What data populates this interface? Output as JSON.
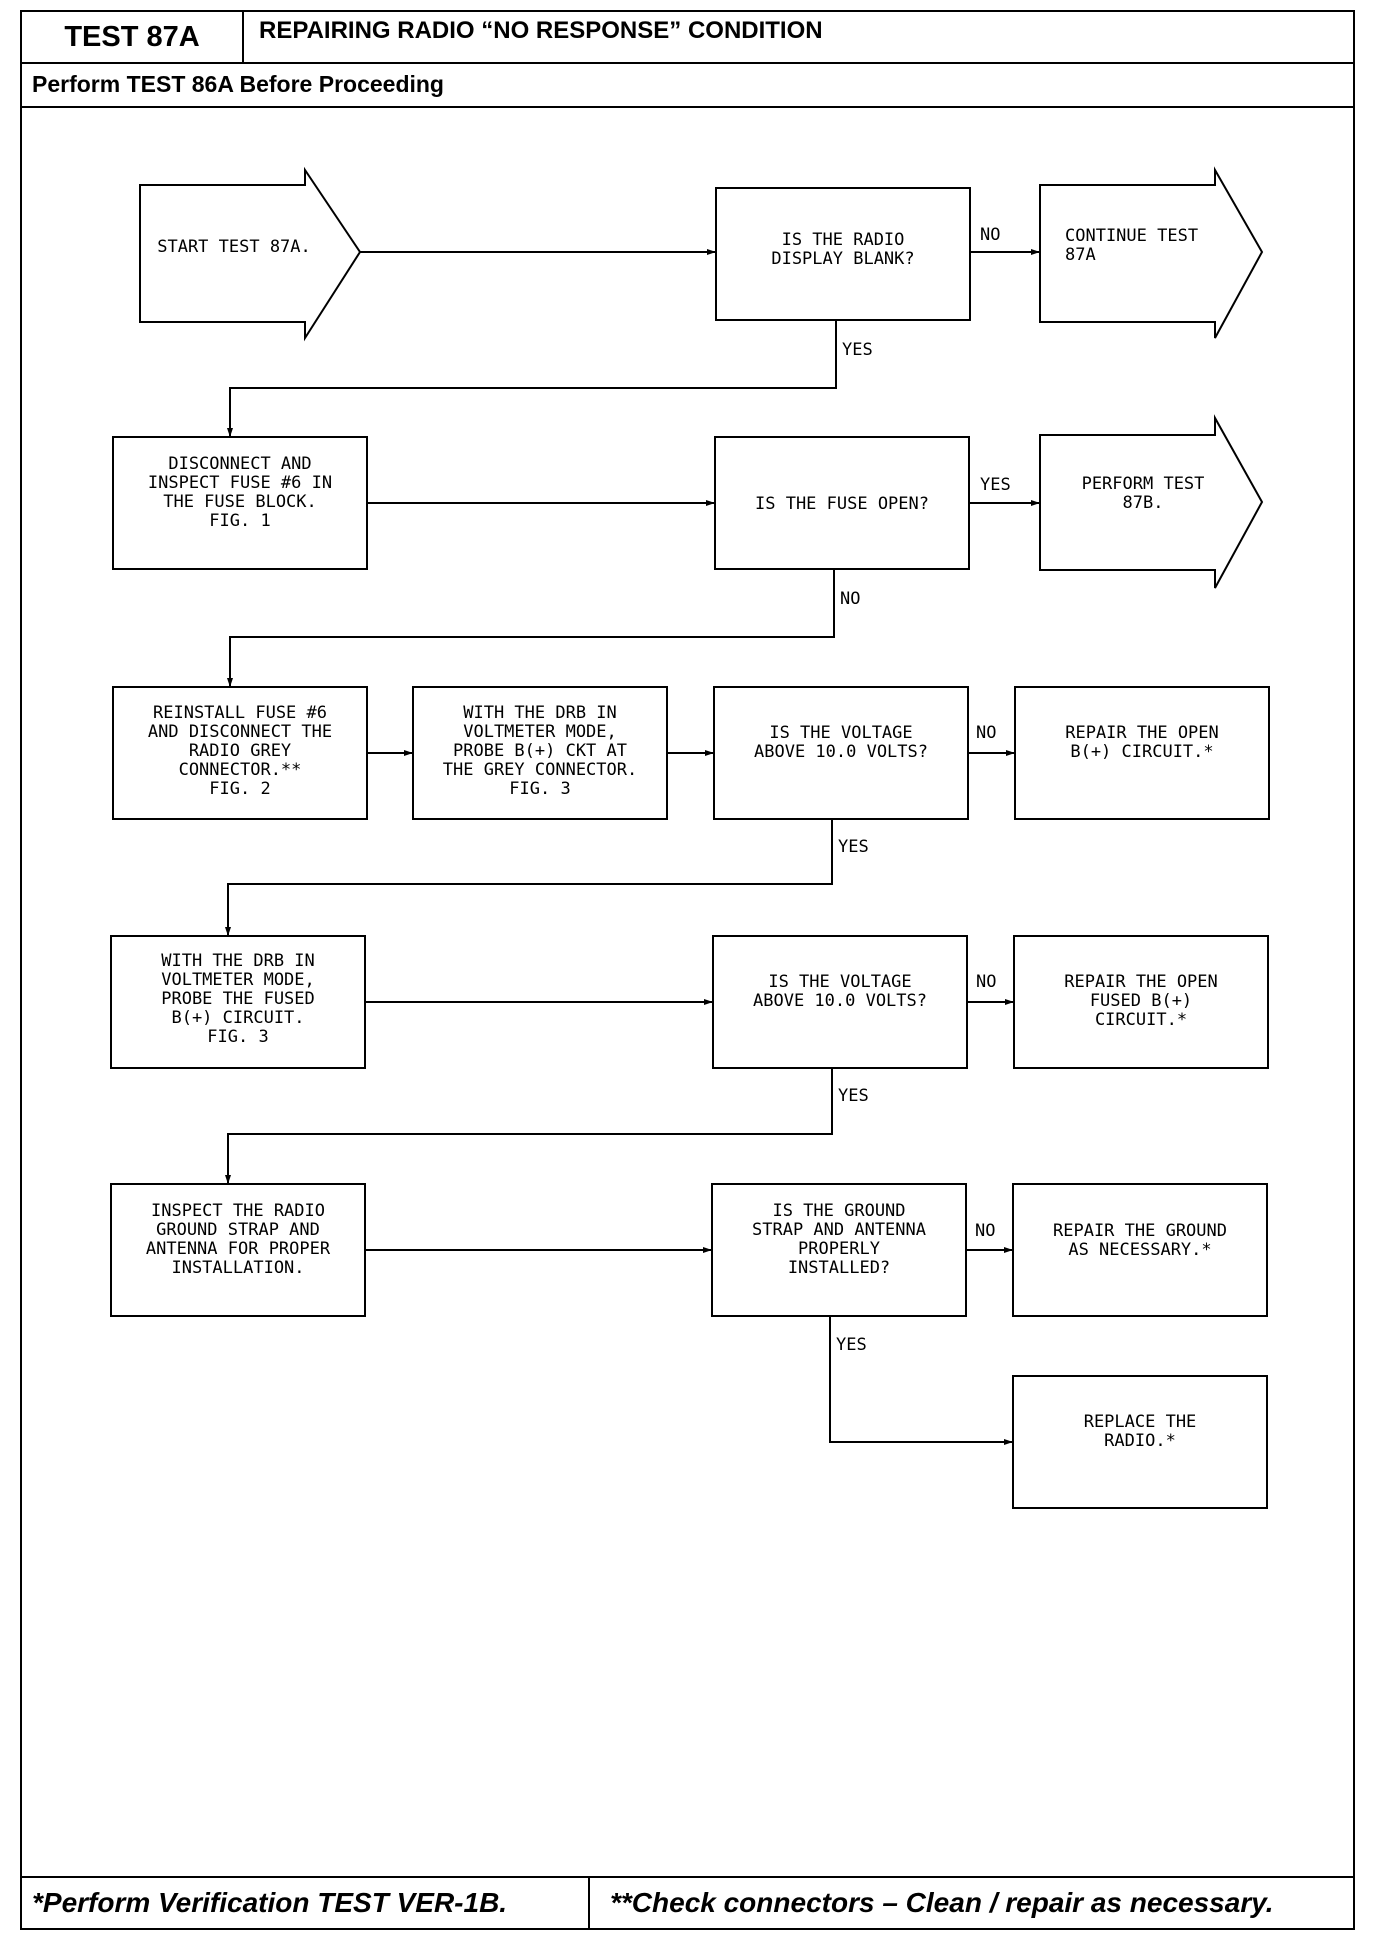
{
  "header": {
    "test_id": "TEST 87A",
    "title": "REPAIRING RADIO “NO RESPONSE” CONDITION",
    "prerequisite": "Perform TEST 86A Before Proceeding"
  },
  "footer": {
    "left_note": "*Perform Verification TEST VER-1B.",
    "right_note": "**Check connectors – Clean / repair as necessary."
  },
  "flowchart": {
    "nodes": {
      "start": [
        "START TEST 87A."
      ],
      "q_display_blank": [
        "IS THE RADIO",
        "DISPLAY BLANK?"
      ],
      "continue_87a": [
        "CONTINUE TEST",
        "87A"
      ],
      "disconnect_fuse": [
        "DISCONNECT AND",
        "INSPECT FUSE #6 IN",
        "THE FUSE BLOCK.",
        "",
        "FIG. 1"
      ],
      "q_fuse_open": [
        "IS THE FUSE OPEN?"
      ],
      "perform_87b": [
        "PERFORM TEST",
        "87B."
      ],
      "reinstall_fuse": [
        "REINSTALL FUSE #6",
        "AND DISCONNECT THE",
        "RADIO GREY",
        "CONNECTOR.**",
        "FIG. 2"
      ],
      "probe_grey": [
        "WITH THE DRB IN",
        "VOLTMETER MODE,",
        "PROBE B(+) CKT AT",
        "THE GREY CONNECTOR.",
        "FIG. 3"
      ],
      "q_voltage_1": [
        "IS THE VOLTAGE",
        "ABOVE 10.0 VOLTS?"
      ],
      "repair_open_b": [
        "REPAIR THE OPEN",
        "B(+) CIRCUIT.*"
      ],
      "probe_fused": [
        "WITH THE DRB IN",
        "VOLTMETER MODE,",
        "PROBE THE FUSED",
        "B(+) CIRCUIT.",
        "FIG. 3"
      ],
      "q_voltage_2": [
        "IS THE VOLTAGE",
        "ABOVE 10.0 VOLTS?"
      ],
      "repair_fused_b": [
        "REPAIR THE OPEN",
        "FUSED B(+)",
        "CIRCUIT.*"
      ],
      "inspect_ground": [
        "INSPECT THE RADIO",
        "GROUND STRAP AND",
        "ANTENNA FOR PROPER",
        "INSTALLATION."
      ],
      "q_ground": [
        "IS THE GROUND",
        "STRAP AND ANTENNA",
        "PROPERLY",
        "INSTALLED?"
      ],
      "repair_ground": [
        "REPAIR THE GROUND",
        "AS NECESSARY.*"
      ],
      "replace_radio": [
        "REPLACE THE",
        "RADIO.*"
      ]
    },
    "labels": {
      "yes": "YES",
      "no": "NO"
    }
  }
}
